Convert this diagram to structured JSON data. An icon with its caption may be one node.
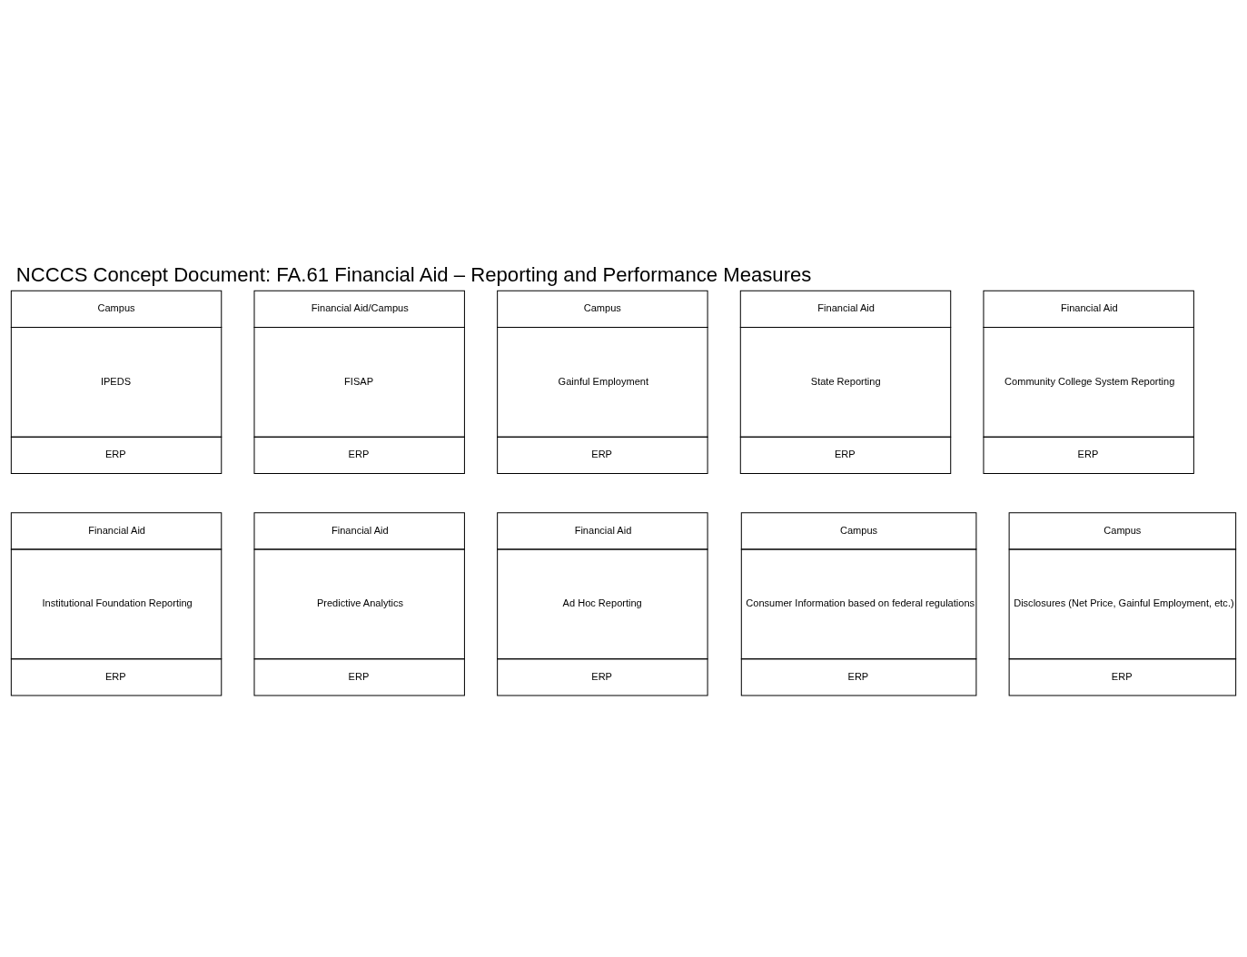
{
  "diagram": {
    "title": "NCCCS Concept Document: FA.61 Financial Aid – Reporting and Performance Measures",
    "nodes": [
      {
        "text": [
          "Campus",
          "IPEDS",
          "ERP"
        ]
      },
      {
        "text": [
          "Financial Aid/Campus",
          "FISAP",
          "ERP"
        ]
      },
      {
        "text": [
          "Campus",
          "Gainful Employment",
          "ERP"
        ]
      },
      {
        "text": [
          "Financial Aid",
          "State Reporting",
          "ERP"
        ]
      },
      {
        "text": [
          "Financial Aid",
          "Community College System Reporting",
          "ERP"
        ]
      },
      {
        "text": [
          "Financial Aid",
          "Institutional Foundation Reporting",
          "ERP"
        ]
      },
      {
        "text": [
          "Financial Aid",
          "Predictive Analytics",
          "ERP"
        ]
      },
      {
        "text": [
          "Financial Aid",
          "Ad Hoc Reporting",
          "ERP"
        ]
      },
      {
        "text": [
          "Campus",
          "Consumer Information based on federal regulations",
          "ERP"
        ]
      },
      {
        "text": [
          "Campus",
          "Disclosures (Net Price, Gainful Employment, etc.)",
          "ERP"
        ]
      }
    ]
  }
}
